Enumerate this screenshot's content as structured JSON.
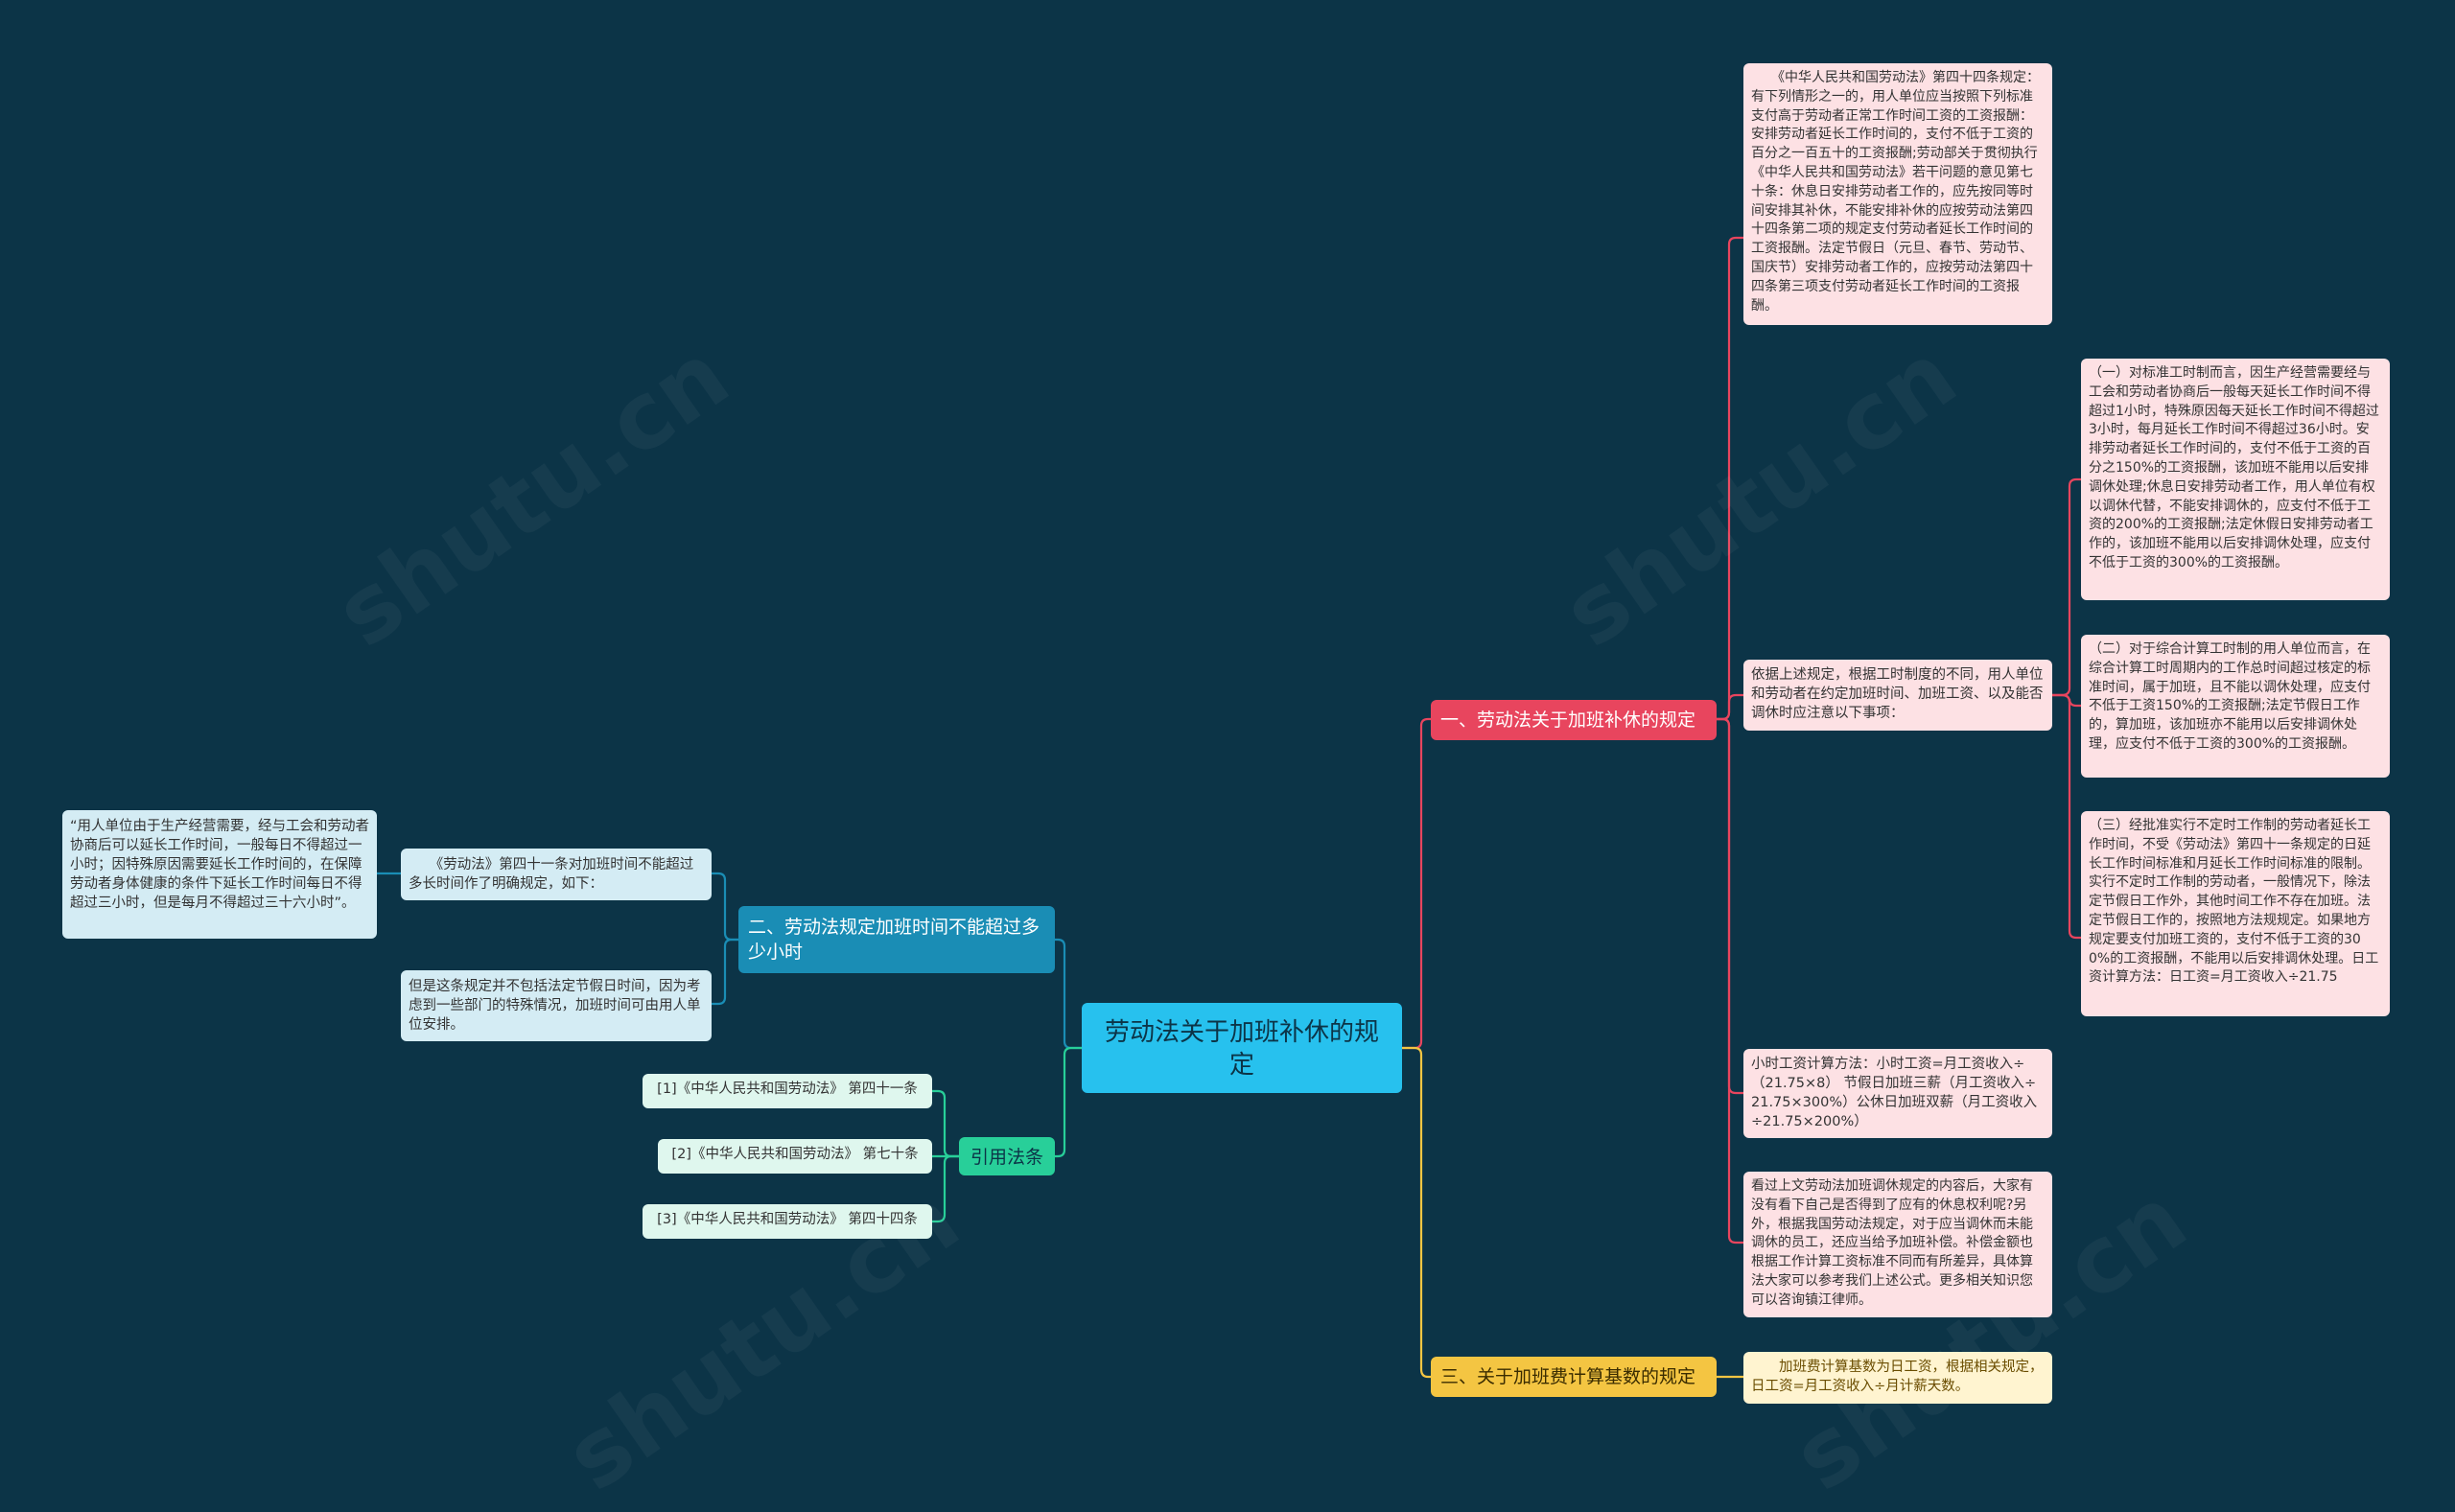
{
  "root": {
    "label": "劳动法关于加班补休的规定"
  },
  "branch1": {
    "label": "一、劳动法关于加班补休的规定",
    "note_article44": "　　《中华人民共和国劳动法》第四十四条规定：有下列情形之一的，用人单位应当按照下列标准支付高于劳动者正常工作时间工资的工资报酬：安排劳动者延长工作时间的，支付不低于工资的百分之一百五十的工资报酬;劳动部关于贯彻执行《中华人民共和国劳动法》若干问题的意见第七十条：休息日安排劳动者工作的，应先按同等时间安排其补休，不能安排补休的应按劳动法第四十四条第二项的规定支付劳动者延长工作时间的工资报酬。法定节假日（元旦、春节、劳动节、国庆节）安排劳动者工作的，应按劳动法第四十四条第三项支付劳动者延长工作时间的工资报酬。",
    "note_basis": "依据上述规定，根据工时制度的不同，用人单位和劳动者在约定加班时间、加班工资、以及能否调休时应注意以下事项：",
    "sub1": "（一）对标准工时制而言，因生产经营需要经与工会和劳动者协商后一般每天延长工作时间不得超过1小时，特殊原因每天延长工作时间不得超过3小时，每月延长工作时间不得超过36小时。安排劳动者延长工作时间的，支付不低于工资的百分之150%的工资报酬，该加班不能用以后安排调休处理;休息日安排劳动者工作，用人单位有权以调休代替，不能安排调休的，应支付不低于工资的200%的工资报酬;法定休假日安排劳动者工作的，该加班不能用以后安排调休处理，应支付不低于工资的300%的工资报酬。",
    "sub2": "（二）对于综合计算工时制的用人单位而言，在综合计算工时周期内的工作总时间超过核定的标准时间，属于加班，且不能以调休处理，应支付不低于工资150%的工资报酬;法定节假日工作的，算加班，该加班亦不能用以后安排调休处理，应支付不低于工资的300%的工资报酬。",
    "sub3": "（三）经批准实行不定时工作制的劳动者延长工作时间，不受《劳动法》第四十一条规定的日延长工作时间标准和月延长工作时间标准的限制。实行不定时工作制的劳动者，一般情况下，除法定节假日工作外，其他时间工作不存在加班。法定节假日工作的，按照地方法规规定。如果地方规定要支付加班工资的，支付不低于工资的300%的工资报酬，不能用以后安排调休处理。日工资计算方法：日工资=月工资收入÷21.75",
    "note_hourly": "小时工资计算方法：小时工资=月工资收入÷（21.75×8） 节假日加班三薪（月工资收入÷21.75×300%）公休日加班双薪（月工资收入÷21.75×200%）",
    "note_summary": "看过上文劳动法加班调休规定的内容后，大家有没有看下自己是否得到了应有的休息权利呢?另外，根据我国劳动法规定，对于应当调休而未能调休的员工，还应当给予加班补偿。补偿金额也根据工作计算工资标准不同而有所差异，具体算法大家可以参考我们上述公式。更多相关知识您可以咨询镇江律师。"
  },
  "branch2": {
    "label": "二、劳动法规定加班时间不能超过多少小时",
    "note_article41": "　　《劳动法》第四十一条对加班时间不能超过多长时间作了明确规定，如下：",
    "quote": "“用人单位由于生产经营需要，经与工会和劳动者协商后可以延长工作时间，一般每日不得超过一小时；因特殊原因需要延长工作时间的，在保障劳动者身体健康的条件下延长工作时间每日不得超过三小时，但是每月不得超过三十六小时”。",
    "note_exception": "但是这条规定并不包括法定节假日时间，因为考虑到一些部门的特殊情况，加班时间可由用人单位安排。"
  },
  "branch3": {
    "label": "三、关于加班费计算基数的规定",
    "note": "　　加班费计算基数为日工资，根据相关规定，日工资=月工资收入÷月计薪天数。"
  },
  "branch4": {
    "label": "引用法条",
    "refs": [
      "[1]《中华人民共和国劳动法》 第四十一条",
      "[2]《中华人民共和国劳动法》 第七十条",
      "[3]《中华人民共和国劳动法》 第四十四条"
    ]
  },
  "colors": {
    "background": "#0c3447",
    "root": "#27c1ee",
    "branch1": "#e8455e",
    "branch2": "#1a8db5",
    "branch3": "#f4c542",
    "branch4": "#28cf99"
  }
}
